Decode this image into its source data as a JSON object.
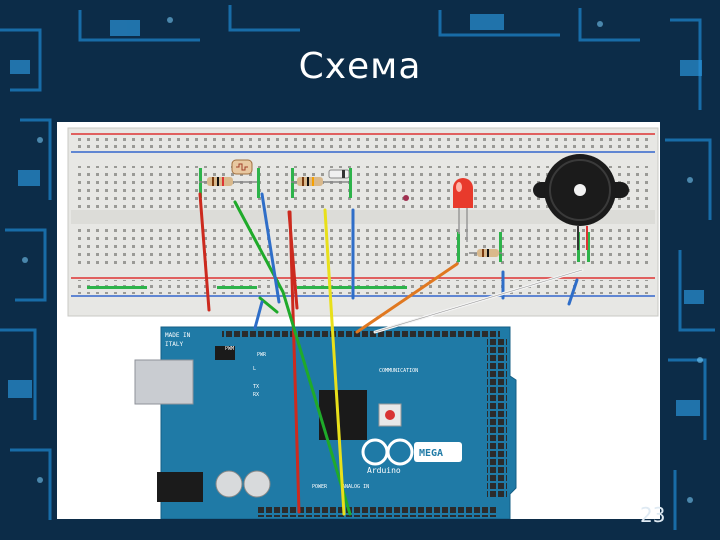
{
  "slide": {
    "title": "Схема",
    "page_number": "23"
  },
  "board": {
    "made_in": "MADE IN",
    "country": "ITALY",
    "pwr": "PWR",
    "l": "L",
    "tx": "TX",
    "rx": "RX",
    "communication": "COMMUNICATION",
    "brand": "Arduino",
    "model": "MEGA",
    "power": "POWER",
    "analog_in": "ANALOG IN",
    "pwm": "PWM"
  },
  "colors": {
    "background": "#0b2a44",
    "board": "#1f7aa6",
    "breadboard": "#e7e7e4",
    "wire_red": "#cc2a1e",
    "wire_green": "#1faa2a",
    "wire_blue": "#2f6ec8",
    "wire_yellow": "#e8e01a",
    "wire_orange": "#e07820",
    "wire_white": "#f4f4f4",
    "led": "#e83a2c"
  }
}
